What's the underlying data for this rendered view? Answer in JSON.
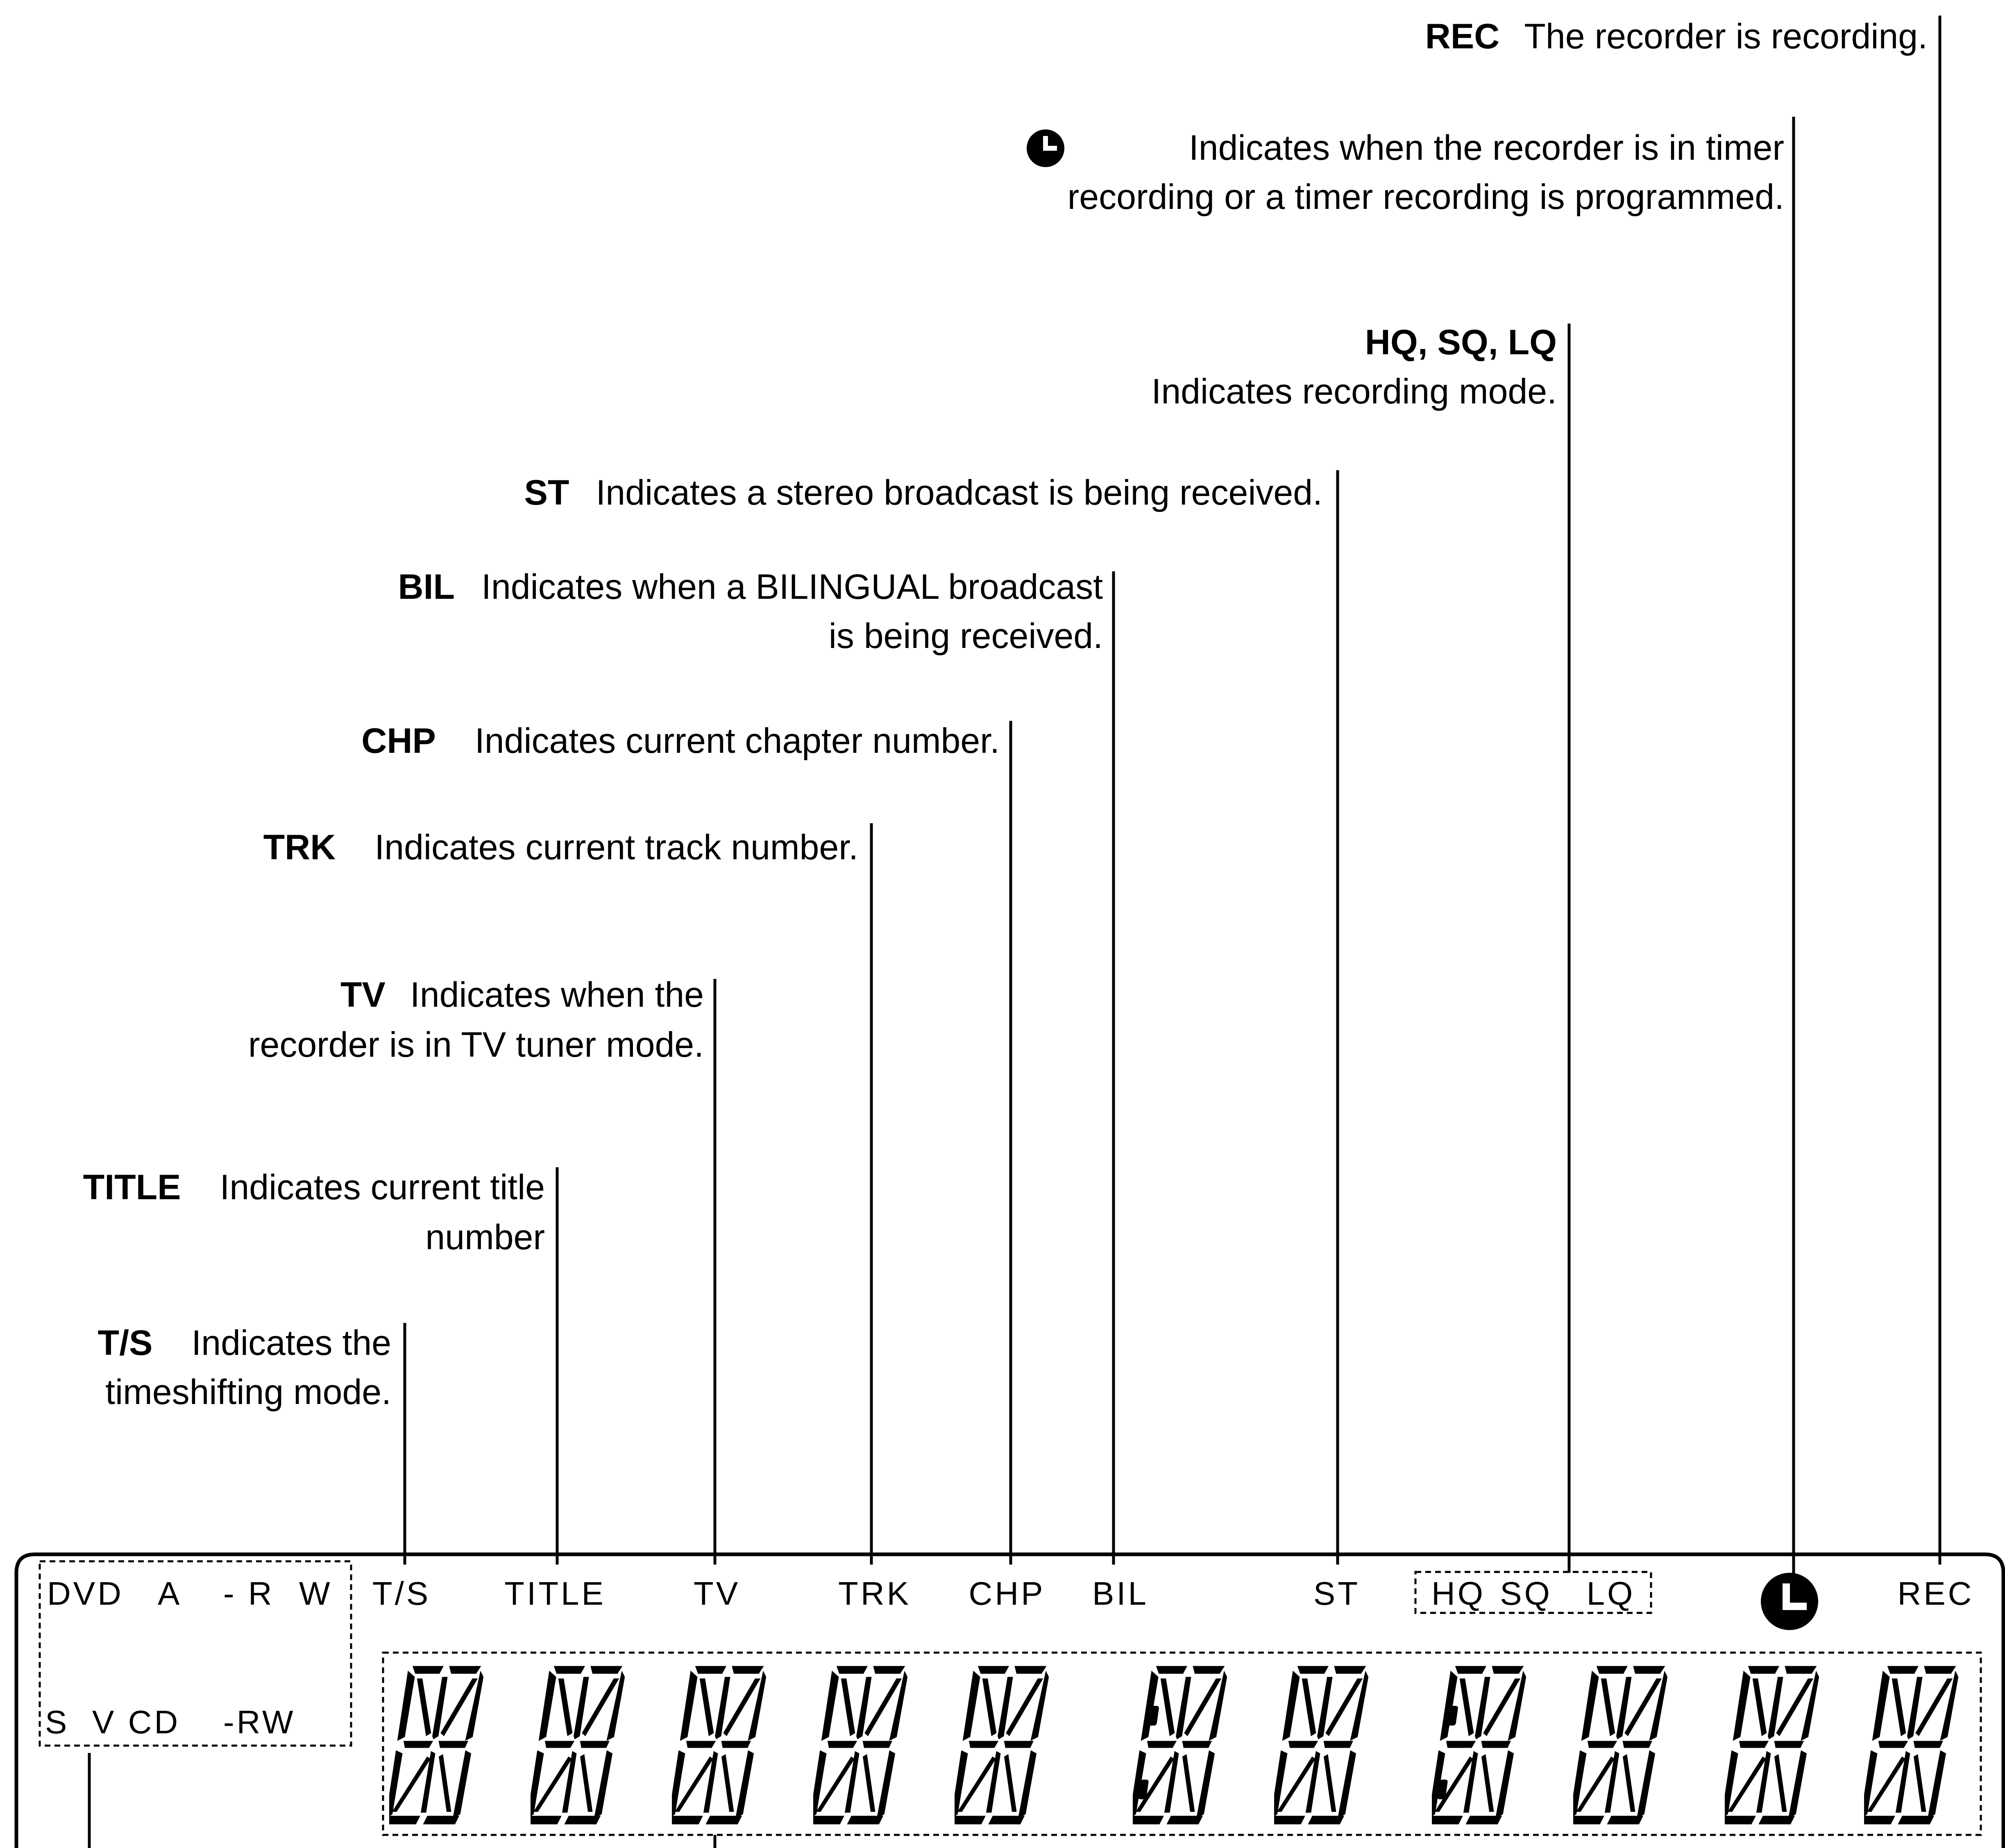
{
  "callouts": {
    "rec": {
      "term": "REC",
      "lines": [
        "The recorder is recording."
      ]
    },
    "timer": {
      "term": "",
      "lines": [
        "Indicates when the recorder is in timer",
        "recording or a timer recording is programmed."
      ]
    },
    "hq": {
      "term": "HQ, SQ, LQ",
      "lines": [
        "Indicates recording mode."
      ]
    },
    "st": {
      "term": "ST",
      "lines": [
        "Indicates a stereo broadcast is being received."
      ]
    },
    "bil": {
      "term": "BIL",
      "lines": [
        "Indicates when a BILINGUAL broadcast",
        "is being received."
      ]
    },
    "chp": {
      "term": "CHP",
      "lines": [
        "Indicates current chapter number."
      ]
    },
    "trk": {
      "term": "TRK",
      "lines": [
        "Indicates current track number."
      ]
    },
    "tv": {
      "term": "TV",
      "lines": [
        "Indicates when the",
        "recorder is in TV tuner mode."
      ]
    },
    "title": {
      "term": "TITLE",
      "lines": [
        "Indicates current title",
        "number"
      ]
    },
    "ts": {
      "term": "T/S",
      "lines": [
        "Indicates the",
        "timeshifting mode."
      ]
    }
  },
  "panel": {
    "disc_types_row1": [
      "DVD",
      "A",
      "- R",
      "W"
    ],
    "disc_types_row2": [
      "S",
      "V CD",
      "-RW"
    ],
    "indicators": [
      "T/S",
      "TITLE",
      "TV",
      "TRK",
      "CHP",
      "BIL",
      "ST"
    ],
    "quality_modes": [
      "HQ",
      "SQ",
      "LQ"
    ],
    "rec_label": "REC",
    "timer_icon": "clock-icon",
    "segment_digit_count": 11,
    "colon_count": 2
  },
  "colors": {
    "ink": "#000000",
    "background": "#ffffff"
  }
}
